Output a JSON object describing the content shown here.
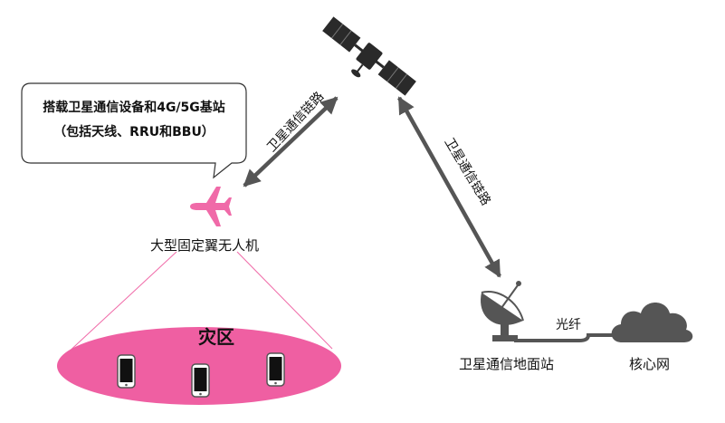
{
  "callout": {
    "line1": "搭载卫星通信设备和4G/5G基站",
    "line2": "（包括天线、RRU和BBU）"
  },
  "labels": {
    "drone": "大型固定翼无人机",
    "disaster_area": "灾区",
    "ground_station": "卫星通信地面站",
    "core_network": "核心网",
    "fiber": "光纤",
    "left_link": "卫星通信链路",
    "right_link": "卫星通信链路"
  },
  "colors": {
    "accent": "#f06aa8",
    "disaster_fill": "#ef5fa2",
    "link": "#555555",
    "device_gray": "#8c8c8c"
  },
  "icons": {
    "satellite": "satellite-icon",
    "airplane": "airplane-icon",
    "dish": "satellite-dish-icon",
    "cloud": "cloud-icon",
    "phone": "phone-icon"
  }
}
